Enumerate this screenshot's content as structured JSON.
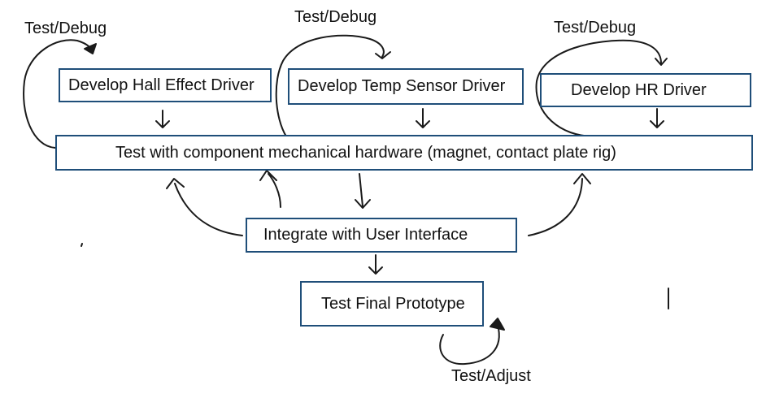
{
  "boxes": {
    "hall_driver": "Develop Hall Effect Driver",
    "temp_driver": "Develop Temp Sensor Driver",
    "hr_driver": "Develop HR Driver",
    "test_hardware": "Test with component mechanical hardware (magnet, contact plate rig)",
    "integrate_ui": "Integrate with User Interface",
    "final_prototype": "Test Final Prototype"
  },
  "loop_labels": {
    "hall": "Test/Debug",
    "temp": "Test/Debug",
    "hr": "Test/Debug",
    "final": "Test/Adjust"
  },
  "colors": {
    "box_border": "#1f4e79",
    "stroke": "#1a1a1a"
  }
}
